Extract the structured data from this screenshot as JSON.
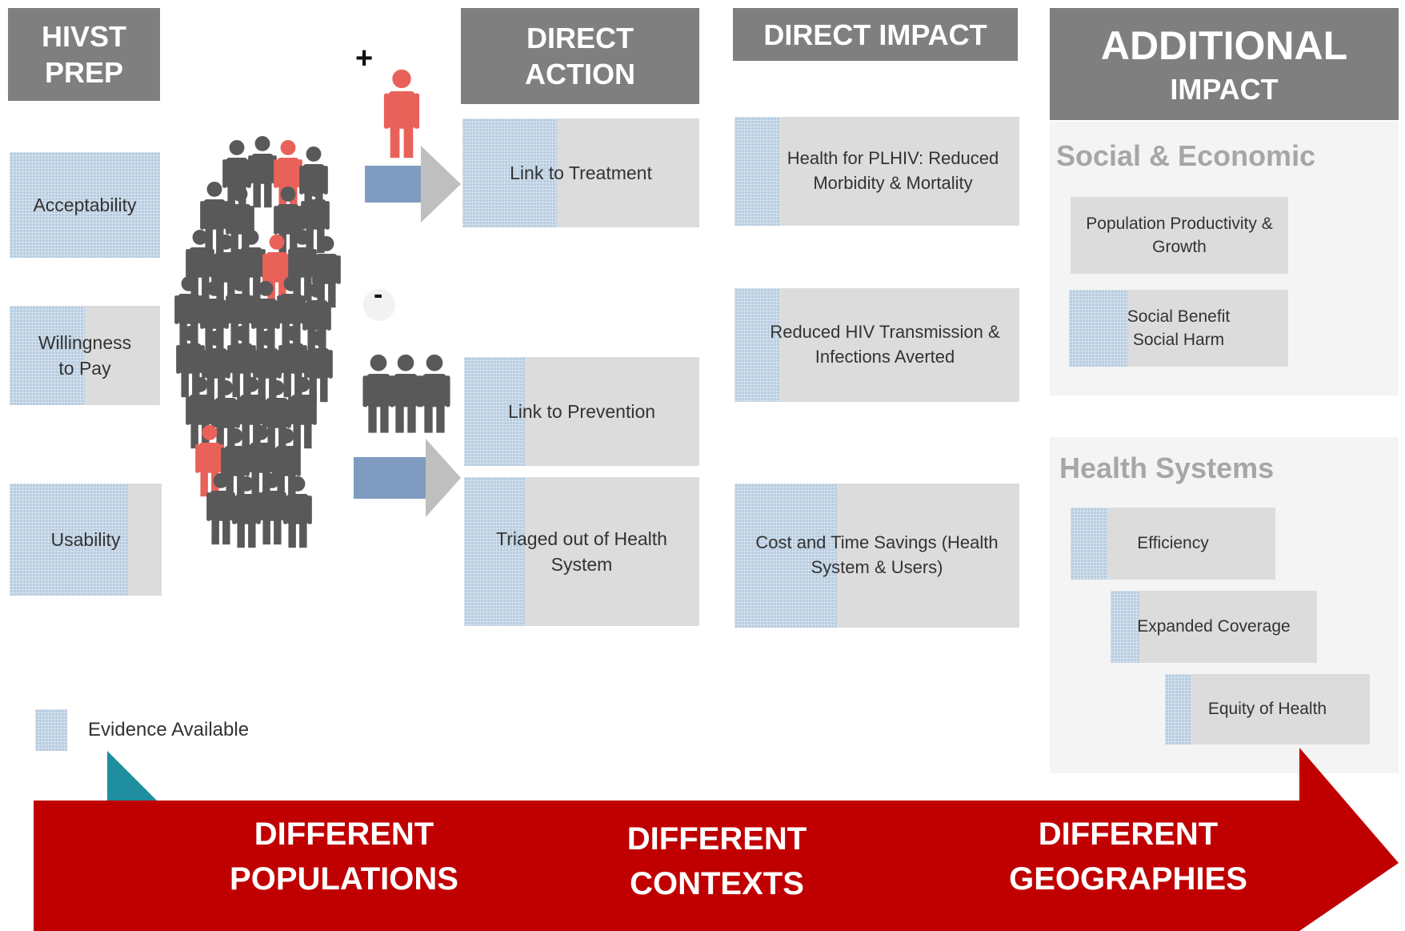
{
  "headers": {
    "hivst_prep": [
      "HIVST",
      "PREP"
    ],
    "direct_action": [
      "DIRECT",
      "ACTION"
    ],
    "direct_impact": "DIRECT IMPACT",
    "additional_impact": [
      "ADDITIONAL",
      "IMPACT"
    ]
  },
  "hivst_prep_items": [
    {
      "label": "Acceptability",
      "evidence": 1.0
    },
    {
      "label": "Willingness to Pay",
      "evidence": 0.5
    },
    {
      "label": "Usability",
      "evidence": 0.78
    }
  ],
  "signs": {
    "plus": "+",
    "minus": "-"
  },
  "direct_action_items": [
    {
      "label": "Link to Treatment",
      "evidence": 0.4
    },
    {
      "label": "Link to Prevention",
      "evidence": 0.26
    },
    {
      "label": "Triaged out of Health System",
      "evidence": 0.26
    }
  ],
  "direct_impact_items": [
    {
      "label": "Health for PLHIV: Reduced Morbidity & Mortality",
      "evidence": 0.16
    },
    {
      "label": "Reduced HIV Transmission & Infections Averted",
      "evidence": 0.16
    },
    {
      "label": "Cost and Time Savings (Health System & Users)",
      "evidence": 0.36
    }
  ],
  "additional_impact": {
    "social_economic": {
      "title": "Social & Economic",
      "items": [
        {
          "label": "Population Productivity & Growth",
          "evidence": 0.0
        },
        {
          "label": "Social Benefit Social Harm",
          "evidence": 0.27
        }
      ]
    },
    "health_systems": {
      "title": "Health Systems",
      "items": [
        {
          "label": "Efficiency",
          "evidence": 0.18
        },
        {
          "label": "Expanded Coverage",
          "evidence": 0.14
        },
        {
          "label": "Equity of Health",
          "evidence": 0.13
        }
      ]
    }
  },
  "legend": {
    "label": "Evidence Available"
  },
  "banner": {
    "populations": [
      "DIFFERENT",
      "POPULATIONS"
    ],
    "contexts": [
      "DIFFERENT",
      "CONTEXTS"
    ],
    "geographies": [
      "DIFFERENT",
      "GEOGRAPHIES"
    ]
  },
  "colors": {
    "header": "#7f7f7f",
    "box": "#dcdcdc",
    "evidence": "#b8cde0",
    "person_gray": "#595959",
    "person_red": "#e8625a",
    "arrow_blue": "#7f9cc0",
    "arrow_gray": "#bfbfbf",
    "banner_red": "#c00000",
    "panel_title": "#a6a6a6"
  }
}
